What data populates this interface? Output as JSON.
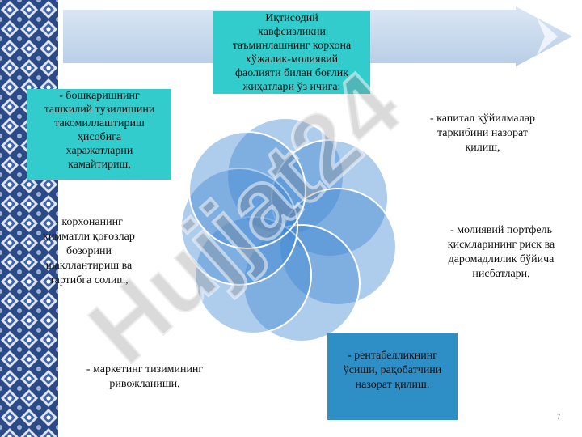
{
  "colors": {
    "teal_box": "#33cccc",
    "blue_box": "#2e8ec6",
    "banner": "#c6d9ec",
    "petal": "#3d86d2",
    "watermark": "#8c8c8c"
  },
  "slide": {
    "title_lines": [
      "Иқтисодий",
      "хавфсизликни",
      "таъминлашнинг корхона",
      "хўжалик-молиявий",
      "фаолияти билан боғлиқ",
      "жиҳатлари ўз ичига:"
    ],
    "item_cost_lines": [
      "- бошқаришнинг",
      "ташкилий тузилишини",
      "такомиллаштириш",
      "ҳисобига",
      "харажатларни",
      "камайтириш,"
    ],
    "item_capital_lines": [
      "- капитал қўйилмалар",
      "таркибини назорат",
      "қилиш,"
    ],
    "item_portfolio_lines": [
      "- молиявий портфель",
      "қисмларининг риск ва",
      "даромадлилик бўйича",
      "нисбатлари,"
    ],
    "item_securities_lines": [
      "- корхонанинг",
      "қимматли қоғозлар",
      "бозорини",
      "шакллантириш ва",
      "тартибга солиш,"
    ],
    "item_marketing_lines": [
      "- маркетинг тизимининг",
      "ривожланиши,"
    ],
    "item_profitability_lines": [
      "- рентабелликнинг",
      "ўсиши, рақобатчини",
      "назорат қилиш."
    ],
    "page_number": "7",
    "watermark_text": "Hujjat24"
  }
}
